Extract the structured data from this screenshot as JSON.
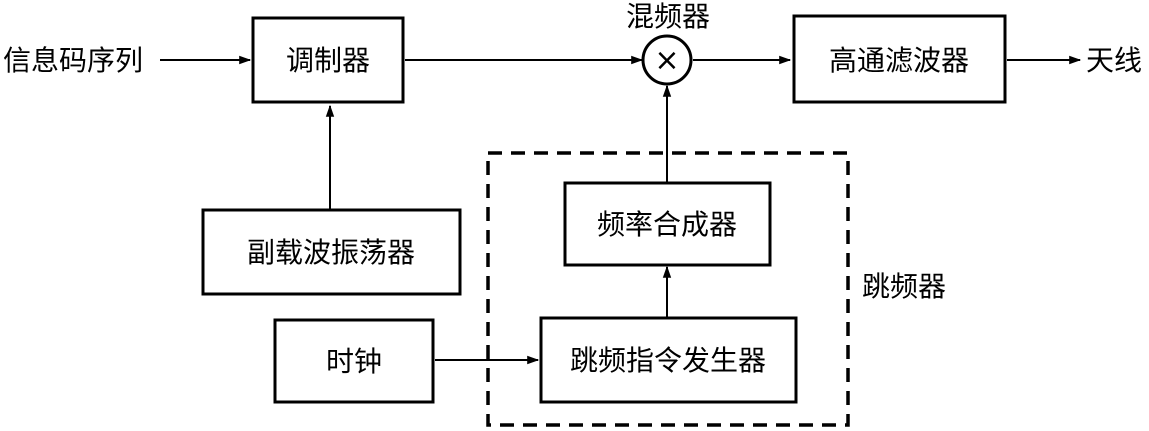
{
  "blocks": {
    "modulator": "调制器",
    "mixer": "混频器",
    "highpass_filter": "高通滤波器",
    "subcarrier_oscillator": "副载波振荡器",
    "frequency_synthesizer": "频率合成器",
    "clock": "时钟",
    "hop_command_generator": "跳频指令发生器"
  },
  "labels": {
    "input": "信息码序列",
    "output": "天线",
    "frequency_hopper": "跳频器"
  },
  "symbols": {
    "mixer_symbol": "×"
  }
}
